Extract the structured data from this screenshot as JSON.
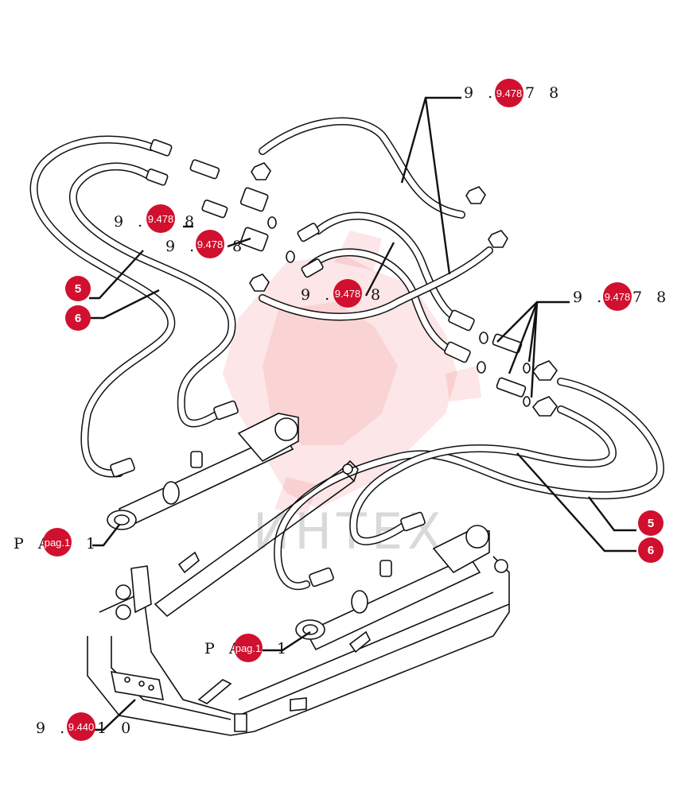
{
  "colors": {
    "badge": "#d0102e",
    "line": "#111111",
    "watermark": "#e8353b"
  },
  "refs": {
    "top_right_a": {
      "prefix": "9 .",
      "badge": "9.478",
      "suffix": "7 8"
    },
    "left_a": {
      "prefix": "9 .",
      "badge": "9.478",
      "suffix": "8"
    },
    "left_b": {
      "prefix": "9 .",
      "badge": "9.478",
      "suffix": "8"
    },
    "middle": {
      "prefix": "9 .",
      "badge": "9.478",
      "suffix": "8"
    },
    "right": {
      "prefix": "9 .",
      "badge": "9.478",
      "suffix": "7 8"
    },
    "pa_left": {
      "prefix": "P A",
      "badge": "pag.1",
      "suffix": "1"
    },
    "pa_mid": {
      "prefix": "P A",
      "badge": "pag.1",
      "suffix": "1"
    },
    "bottom_left": {
      "prefix": "9 .",
      "badge": "9.440",
      "suffix": "1 0"
    }
  },
  "numbers": {
    "left_5": "5",
    "left_6": "6",
    "right_5": "5",
    "right_6": "6"
  },
  "watermark": {
    "text": "ИНТЕХ"
  }
}
